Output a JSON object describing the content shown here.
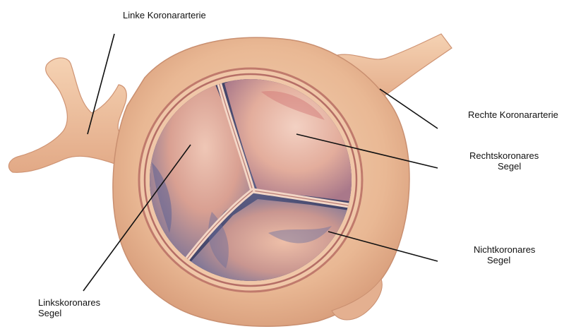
{
  "labels": {
    "left_coronary_artery": "Linke Koronararterie",
    "right_coronary_artery": "Rechte Koronararterie",
    "right_coronary_cusp": [
      "Rechtskoronares",
      "Segel"
    ],
    "non_coronary_cusp": [
      "Nichtkoronares",
      "Segel"
    ],
    "left_coronary_cusp": [
      "Linkskoronares",
      "Segel"
    ]
  },
  "colors": {
    "background": "#ffffff",
    "tissue_outer": "#e8b592",
    "tissue_light": "#f2cfae",
    "ring": "#c9786e",
    "cusp_pink": "#e6b0a0",
    "cusp_shadow": "#6e6f9a",
    "leader_line": "#111111"
  }
}
